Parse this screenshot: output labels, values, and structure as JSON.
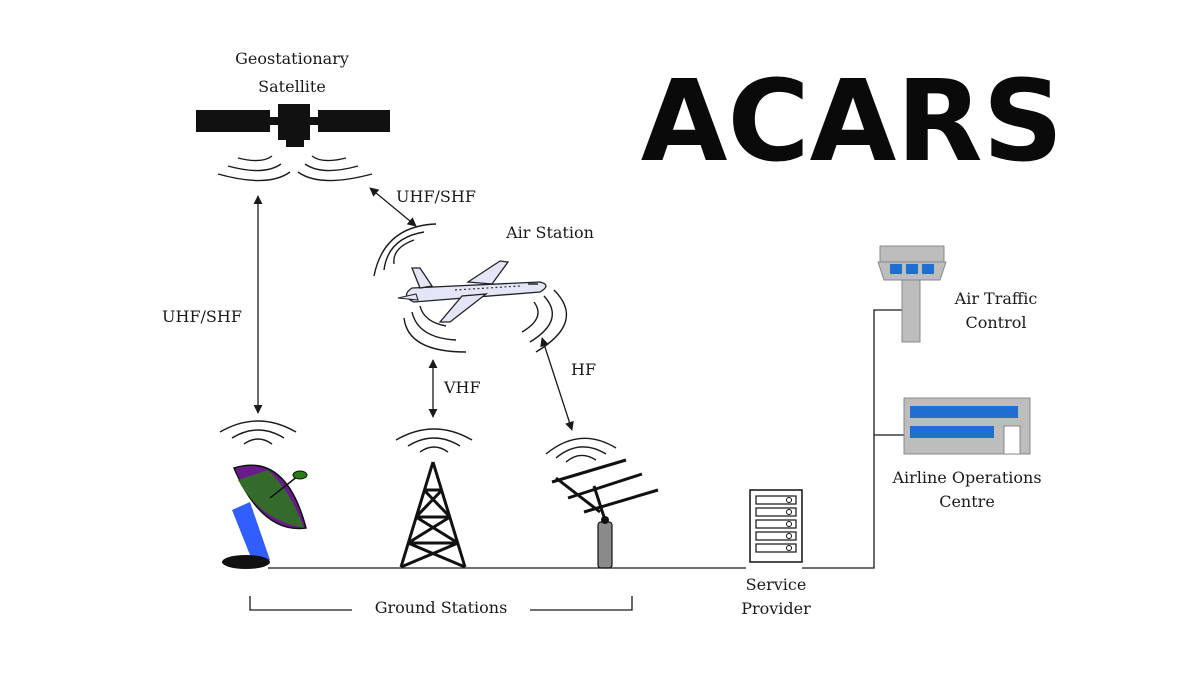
{
  "title": "ACARS",
  "nodes": {
    "satellite": [
      "Geostationary",
      "Satellite"
    ],
    "air_station": "Air Station",
    "atc": [
      "Air Traffic",
      "Control"
    ],
    "aoc": [
      "Airline Operations",
      "Centre"
    ],
    "service_provider": [
      "Service",
      "Provider"
    ],
    "ground_stations": "Ground Stations"
  },
  "links": {
    "sat_air": "UHF/SHF",
    "sat_ground": "UHF/SHF",
    "air_vhf": "VHF",
    "air_hf": "HF"
  },
  "colors": {
    "line": "#1a1a1a",
    "dish_purple": "#6a1a8a",
    "dish_green": "#2a7a1a",
    "beam_blue": "#1a4dff",
    "tower_grey": "#bdbdbd",
    "window_blue": "#1f6fd1",
    "plane_fill": "#e4e6f7"
  }
}
